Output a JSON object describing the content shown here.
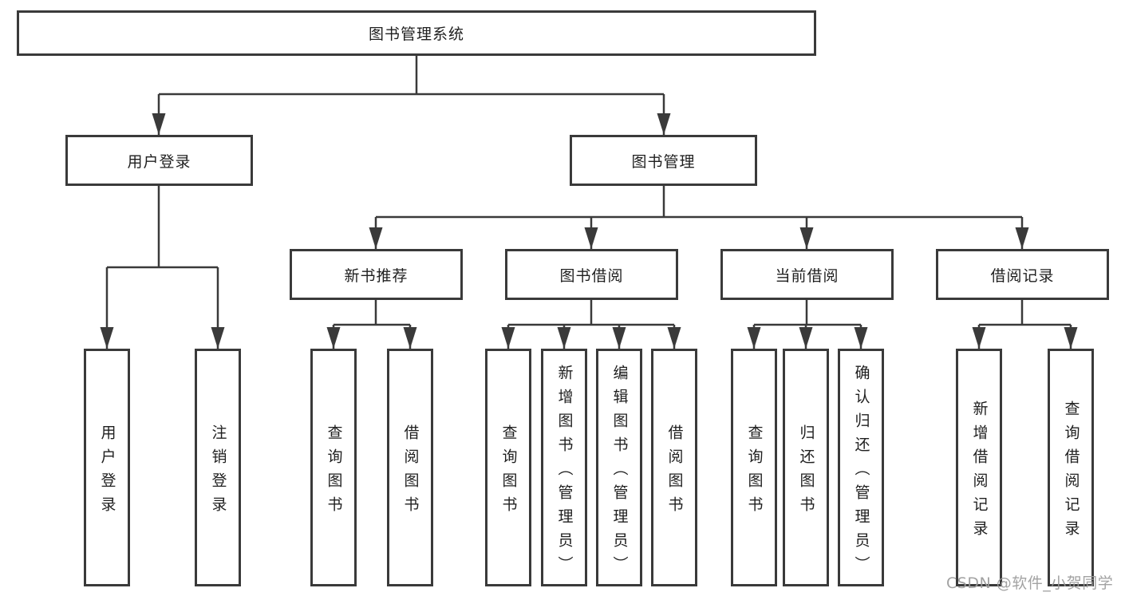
{
  "diagram_title": "图书管理系统",
  "nodes": {
    "root": "图书管理系统",
    "user_login": "用户登录",
    "book_mgmt": "图书管理",
    "new_book_rec": "新书推荐",
    "book_borrow": "图书借阅",
    "current_borrow": "当前借阅",
    "borrow_record": "借阅记录",
    "leaf_user_login": "用户登录",
    "leaf_logout": "注销登录",
    "leaf_rec_query_book": "查询图书",
    "leaf_rec_borrow_book": "借阅图书",
    "leaf_bb_query_book": "查询图书",
    "leaf_bb_add_book": "新增图书（管理员）",
    "leaf_bb_edit_book": "编辑图书（管理员）",
    "leaf_bb_borrow_book": "借阅图书",
    "leaf_cb_query_book": "查询图书",
    "leaf_cb_return_book": "归还图书",
    "leaf_cb_confirm_return": "确认归还（管理员）",
    "leaf_br_add_record": "新增借阅记录",
    "leaf_br_query_record": "查询借阅记录"
  },
  "watermark": "CSDN @软件_小贺同学",
  "colors": {
    "line": "#3a3a3a",
    "text": "#1f1f1f",
    "watermark_text": "#9b9b9b",
    "background": "#ffffff"
  }
}
